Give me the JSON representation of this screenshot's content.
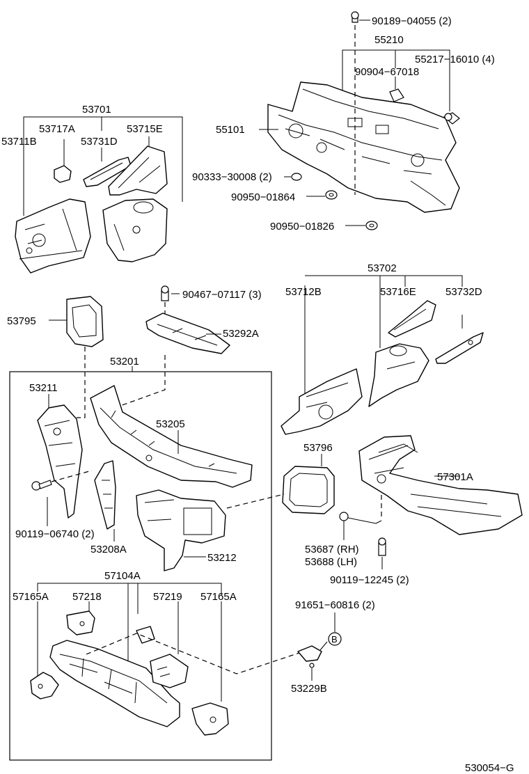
{
  "labels": {
    "p90189": "90189−04055 (2)",
    "p55210": "55210",
    "p55217": "55217−16010 (4)",
    "p90904": "90904−67018",
    "p55101": "55101",
    "p90333": "90333−30008 (2)",
    "p90950a": "90950−01864",
    "p90950b": "90950−01826",
    "p53701": "53701",
    "p53711B": "53711B",
    "p53717A": "53717A",
    "p53731D": "53731D",
    "p53715E": "53715E",
    "p53702": "53702",
    "p53712B": "53712B",
    "p53716E": "53716E",
    "p53732D": "53732D",
    "p53795": "53795",
    "p90467": "90467−07117 (3)",
    "p53292A": "53292A",
    "p53201": "53201",
    "p53211": "53211",
    "p53205": "53205",
    "p90119a": "90119−06740 (2)",
    "p53208A": "53208A",
    "p53212": "53212",
    "p53796": "53796",
    "p57301A": "57301A",
    "p53687": "53687 (RH)",
    "p53688": "53688 (LH)",
    "p90119b": "90119−12245 (2)",
    "p57104A": "57104A",
    "p57165A_left": "57165A",
    "p57218": "57218",
    "p57219": "57219",
    "p57165A_right": "57165A",
    "p91651": "91651−60816 (2)",
    "marker_b": "B",
    "p53229B": "53229B",
    "diagram_code": "530054−G"
  }
}
